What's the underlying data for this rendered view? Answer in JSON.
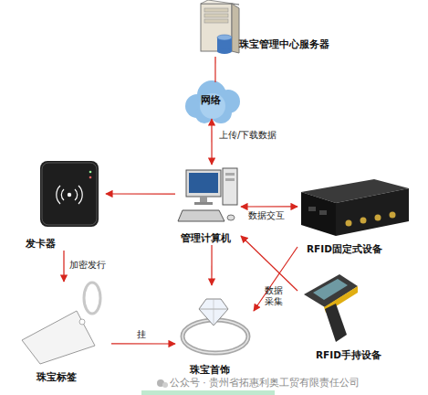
{
  "diagram": {
    "nodes": [
      {
        "text": [
          "珠宝管理中心服务器"
        ]
      },
      {
        "text": [
          "网络"
        ]
      },
      {
        "text": [
          "发卡器"
        ]
      },
      {
        "text": [
          "管理计算机"
        ]
      },
      {
        "text": [
          "RFID固定式设备"
        ]
      },
      {
        "text": [
          "RFID手持设备"
        ]
      },
      {
        "text": [
          "珠宝标签"
        ]
      },
      {
        "text": [
          "珠宝首饰"
        ]
      }
    ],
    "edges": [
      {
        "from": 0,
        "to": 1,
        "arrow": "none"
      },
      {
        "from": 1,
        "to": 3,
        "label": "上传/下载数据",
        "arrow": "both"
      },
      {
        "from": 3,
        "to": 2,
        "arrow": "to"
      },
      {
        "from": 3,
        "to": 4,
        "label": "数据交互",
        "arrow": "both"
      },
      {
        "from": 2,
        "to": 6,
        "label": "加密发行",
        "arrow": "to"
      },
      {
        "from": 6,
        "to": 7,
        "label": "挂",
        "arrow": "to"
      },
      {
        "from": 3,
        "to": 7,
        "arrow": "to"
      },
      {
        "from": 4,
        "to": 7,
        "label": "数据 采集",
        "arrow": "to"
      },
      {
        "from": 5,
        "to": 3,
        "arrow": "to"
      }
    ],
    "labels": [
      "公众号 · 贵州省拓惠利奥工贸有限责任公司"
    ]
  }
}
